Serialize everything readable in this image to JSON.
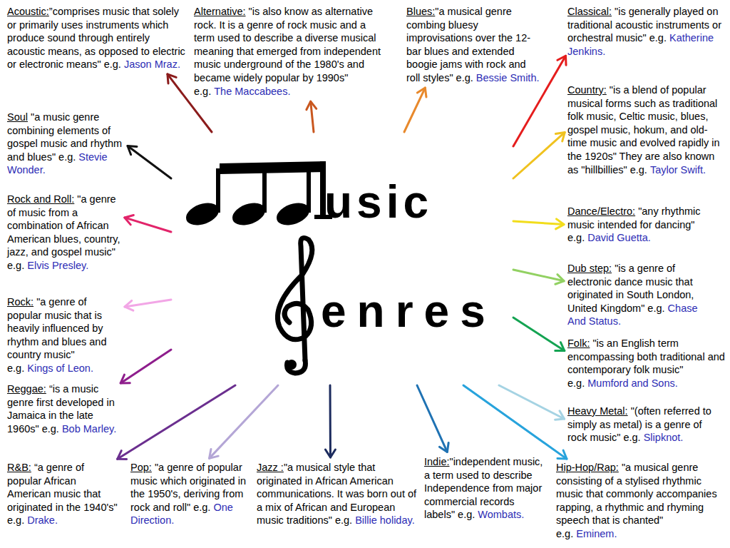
{
  "diagram": {
    "nodes": [
      {
        "text": [
          "usic",
          "enres"
        ]
      },
      {
        "text": [
          "Acoustic:",
          "”comprises music that solely or primarily uses instruments which produce sound through entirely acoustic means, as opposed to electric or electronic means\" e.g.",
          "Jason Mraz."
        ]
      },
      {
        "text": [
          "Alternative:",
          "\"is also know as alternative rock. It is a genre of rock music and a term used to describe a diverse musical meaning that emerged from independent music underground of the 1980's and became widely popular by 1990s\" e.g.",
          "The Maccabees."
        ]
      },
      {
        "text": [
          "Blues:",
          "\"a musical genre combing bluesy improvisations over the 12-bar blues and extended boogie jams with rock and roll styles\" e.g.",
          "Bessie Smith."
        ]
      },
      {
        "text": [
          "Classical:",
          "\"is generally played on traditional acoustic instruments or orchestral music\" e.g.",
          "Katherine Jenkins."
        ]
      },
      {
        "text": [
          "Soul",
          "\"a music genre combining elements of gospel music and rhythm and blues\" e.g.",
          "Stevie Wonder."
        ]
      },
      {
        "text": [
          "Country:",
          "\"is a blend of popular musical forms such as traditional folk music, Celtic music, blues, gospel music, hokum, and old-time music and evolved rapidly in the 1920s\" They are also known as \"hillbillies\" e.g.",
          "Taylor Swift."
        ]
      },
      {
        "text": [
          "Rock and Roll:",
          "\"a genre of music from a combination of African American blues, country, jazz, and gospel music\" e.g.",
          "Elvis Presley."
        ]
      },
      {
        "text": [
          "Dance/Electro:",
          "\"any rhythmic music intended for dancing\" e.g.",
          "David Guetta."
        ]
      },
      {
        "text": [
          "Rock:",
          "\"a genre of popular music that is heavily influenced by rhythm and blues and country music\" e.g.",
          "Kings of Leon."
        ]
      },
      {
        "text": [
          "Dub step:",
          "\"is a genre of electronic dance music that originated in South London, United Kingdom\" e.g.",
          "Chase And Status."
        ]
      },
      {
        "text": [
          "Reggae:",
          "“is a music genre first developed in Jamaica in the late 1960s\" e.g.",
          "Bob Marley."
        ]
      },
      {
        "text": [
          "Folk:",
          "\"is an English term encompassing both traditional and contemporary folk music\" e.g.",
          "Mumford and Sons."
        ]
      },
      {
        "text": [
          "Heavy Metal:",
          "\"(often referred to simply as metal) is a genre of rock music\" e.g.",
          "Slipknot."
        ]
      },
      {
        "text": [
          "R&B:",
          "“a genre of popular African American music that originated in the 1940's\" e.g.",
          "Drake."
        ]
      },
      {
        "text": [
          "Pop:",
          "\"a genre of popular music which originated in the 1950's, deriving from rock and roll\" e.g.",
          "One Direction."
        ]
      },
      {
        "text": [
          "Jazz :",
          "\"a musical style that originated in African American communications. It was born out of a mix of African and European music traditions\" e.g.",
          "Billie holiday."
        ]
      },
      {
        "text": [
          "Indie:",
          "\"independent music, a term used to describe Independence from major commercial records labels\" e.g.",
          "Wombats."
        ]
      },
      {
        "text": [
          "Hip-Hop/Rap:",
          "\"a musical genre consisting of a stylised rhythmic music that commonly accompanies rapping, a rhythmic and rhyming speech that is chanted\" e.g.",
          "Eminem."
        ]
      }
    ],
    "edges": [
      {
        "from": 0,
        "to": 1,
        "arrow": "to"
      },
      {
        "from": 0,
        "to": 2,
        "arrow": "to"
      },
      {
        "from": 0,
        "to": 3,
        "arrow": "to"
      },
      {
        "from": 0,
        "to": 4,
        "arrow": "to"
      },
      {
        "from": 0,
        "to": 5,
        "arrow": "to"
      },
      {
        "from": 0,
        "to": 6,
        "arrow": "to"
      },
      {
        "from": 0,
        "to": 7,
        "arrow": "to"
      },
      {
        "from": 0,
        "to": 8,
        "arrow": "to"
      },
      {
        "from": 0,
        "to": 9,
        "arrow": "to"
      },
      {
        "from": 0,
        "to": 10,
        "arrow": "to"
      },
      {
        "from": 0,
        "to": 11,
        "arrow": "to"
      },
      {
        "from": 0,
        "to": 12,
        "arrow": "to"
      },
      {
        "from": 0,
        "to": 13,
        "arrow": "to"
      },
      {
        "from": 0,
        "to": 14,
        "arrow": "to"
      },
      {
        "from": 0,
        "to": 15,
        "arrow": "to"
      },
      {
        "from": 0,
        "to": 16,
        "arrow": "to"
      },
      {
        "from": 0,
        "to": 17,
        "arrow": "to"
      },
      {
        "from": 0,
        "to": 18,
        "arrow": "to"
      }
    ]
  }
}
